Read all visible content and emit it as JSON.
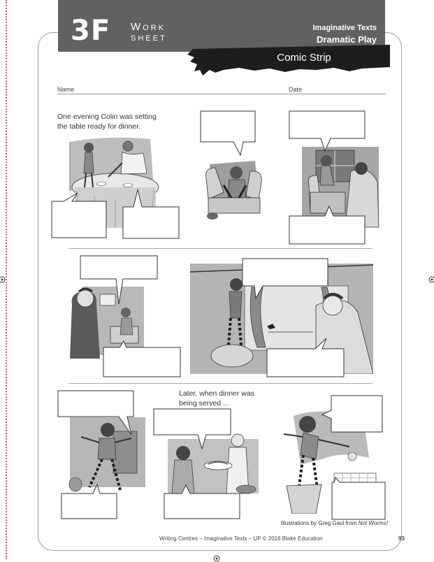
{
  "header": {
    "code": "3F",
    "worksheet_line1": "Work",
    "worksheet_line2": "sheet",
    "category": "Imaginative Texts",
    "subcategory": "Dramatic Play",
    "title": "Comic Strip"
  },
  "fields": {
    "name_label": "Name",
    "date_label": "Date"
  },
  "captions": {
    "intro": "One evening Colin was setting the table ready for dinner.",
    "later": "Later, when dinner was being served ..."
  },
  "credit": {
    "prefix": "Illustrations by Greg Gaul from ",
    "book": "Not Worms!"
  },
  "footer": {
    "text": "Writing Centres – Imaginative Texts – UP © 2016 Blake Education",
    "page": "93"
  },
  "colors": {
    "banner": "#616161",
    "frame": "#9a9a9a",
    "pink_guide": "#d4569a"
  }
}
